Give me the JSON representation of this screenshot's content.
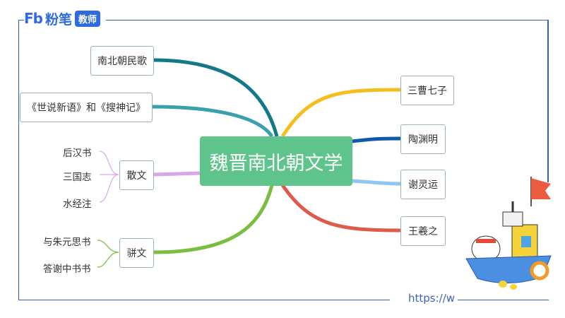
{
  "brand": {
    "mark": "Fb",
    "name": "粉笔",
    "badge": "教师"
  },
  "center": "魏晋南北朝文学",
  "left_branches": [
    {
      "label": "南北朝民歌"
    },
    {
      "label": "《世说新语》和《搜神记》"
    },
    {
      "label": "散文",
      "children": [
        "后汉书",
        "三国志",
        "水经注"
      ]
    },
    {
      "label": "骈文",
      "children": [
        "与朱元思书",
        "答谢中书书"
      ]
    }
  ],
  "right_branches": [
    {
      "label": "三曹七子"
    },
    {
      "label": "陶渊明"
    },
    {
      "label": "谢灵运"
    },
    {
      "label": "王羲之"
    }
  ],
  "colors": {
    "center": "#5ec48b",
    "branch_1": "#13788a",
    "branch_2": "#3aa0ae",
    "branch_3": "#d8a6ea",
    "branch_4": "#79be3f",
    "right_1": "#f4be1d",
    "right_2": "#0f5aa8",
    "right_3": "#8ec8f2",
    "right_4": "#e05a4b",
    "frame": "#2f62c9"
  },
  "footer": {
    "url": "https://w"
  }
}
